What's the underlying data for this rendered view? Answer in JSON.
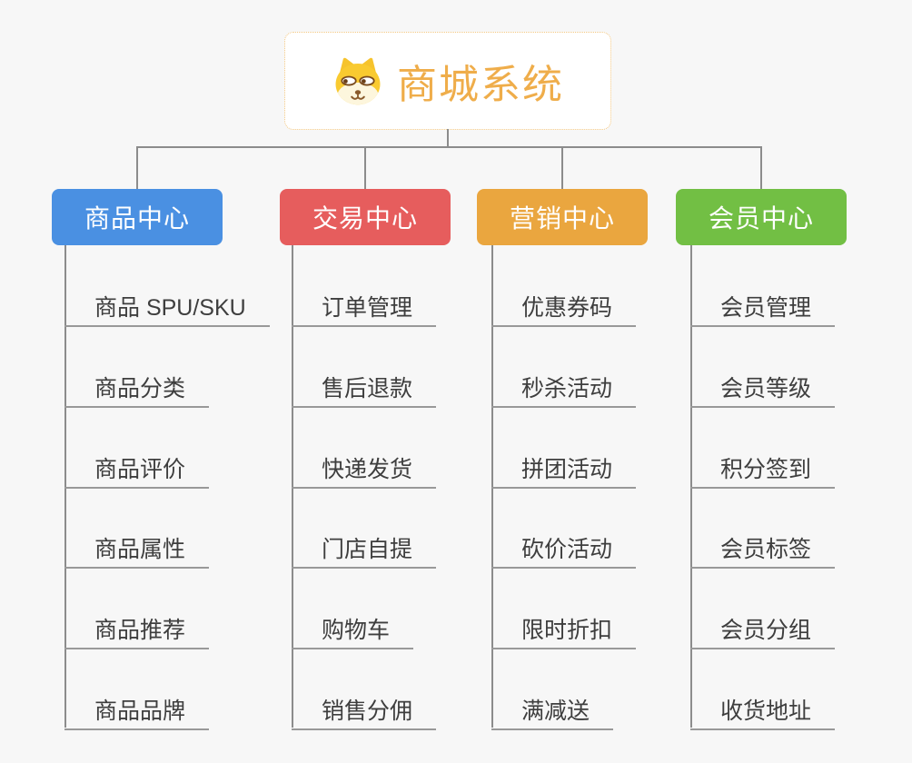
{
  "page": {
    "background_color": "#f7f7f7",
    "connector_color": "#8c8c8c",
    "underline_color": "#999999"
  },
  "root": {
    "title": "商城系统",
    "icon": "shiba-dog-icon",
    "title_color": "#efad4a",
    "border_color": "#f3c781"
  },
  "branches": [
    {
      "label": "商品中心",
      "color": "#4a90e2",
      "children": [
        "商品 SPU/SKU",
        "商品分类",
        "商品评价",
        "商品属性",
        "商品推荐",
        "商品品牌"
      ]
    },
    {
      "label": "交易中心",
      "color": "#e65d5d",
      "children": [
        "订单管理",
        "售后退款",
        "快递发货",
        "门店自提",
        "购物车",
        "销售分佣"
      ]
    },
    {
      "label": "营销中心",
      "color": "#eaa63f",
      "children": [
        "优惠券码",
        "秒杀活动",
        "拼团活动",
        "砍价活动",
        "限时折扣",
        "满减送"
      ]
    },
    {
      "label": "会员中心",
      "color": "#72bf44",
      "children": [
        "会员管理",
        "会员等级",
        "积分签到",
        "会员标签",
        "会员分组",
        "收货地址"
      ]
    }
  ]
}
